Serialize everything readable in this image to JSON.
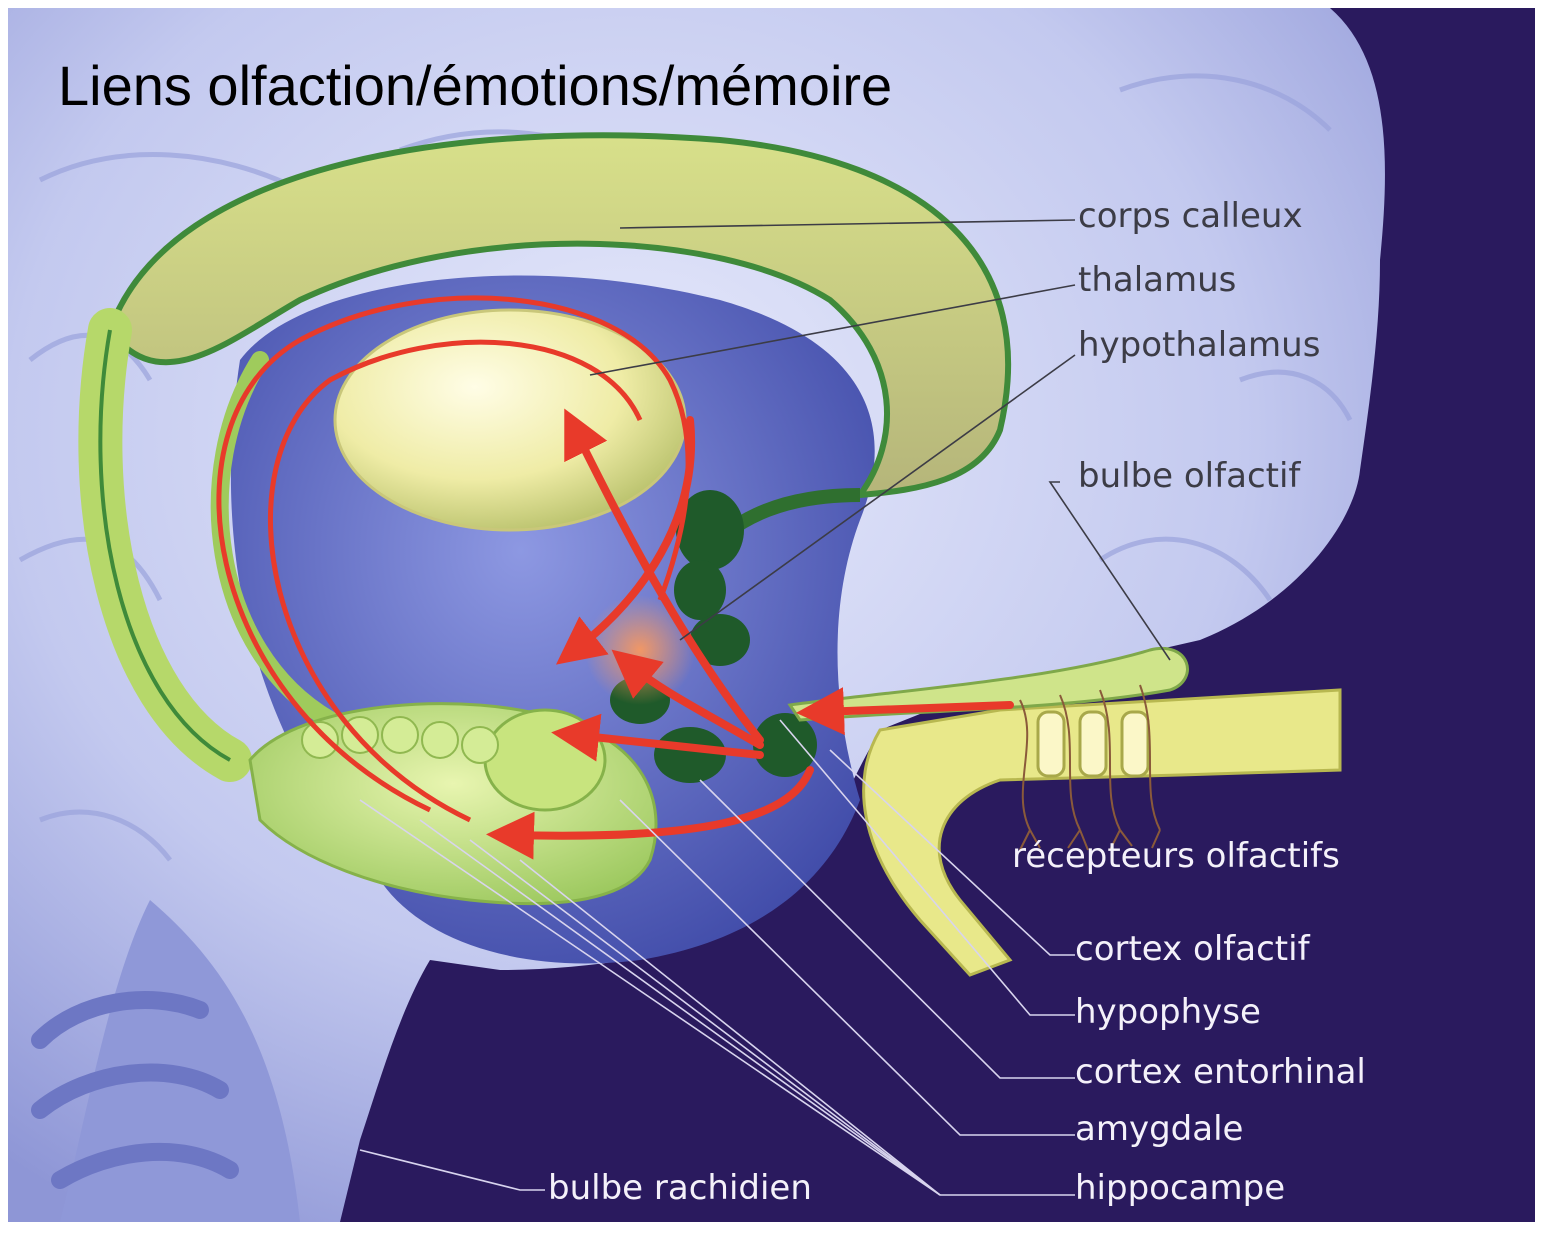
{
  "title": "Liens olfaction/émotions/mémoire",
  "labels": {
    "corps_calleux": "corps calleux",
    "thalamus": "thalamus",
    "hypothalamus": "hypothalamus",
    "bulbe_olfactif": "bulbe olfactif",
    "recepteurs_olfactifs": "récepteurs olfactifs",
    "cortex_olfactif": "cortex olfactif",
    "hypophyse": "hypophyse",
    "cortex_entorhinal": "cortex entorhinal",
    "amygdale": "amygdale",
    "hippocampe": "hippocampe",
    "bulbe_rachidien": "bulbe rachidien"
  },
  "colors": {
    "background_dark": "#2a1a5e",
    "brain_light": "#c8cdf0",
    "limbic_green": "#a8d060",
    "pathway_arrow": "#e83a2a",
    "nuclei_dark_green": "#1f5a2a",
    "thalamus_yellow": "#f2efb0"
  }
}
